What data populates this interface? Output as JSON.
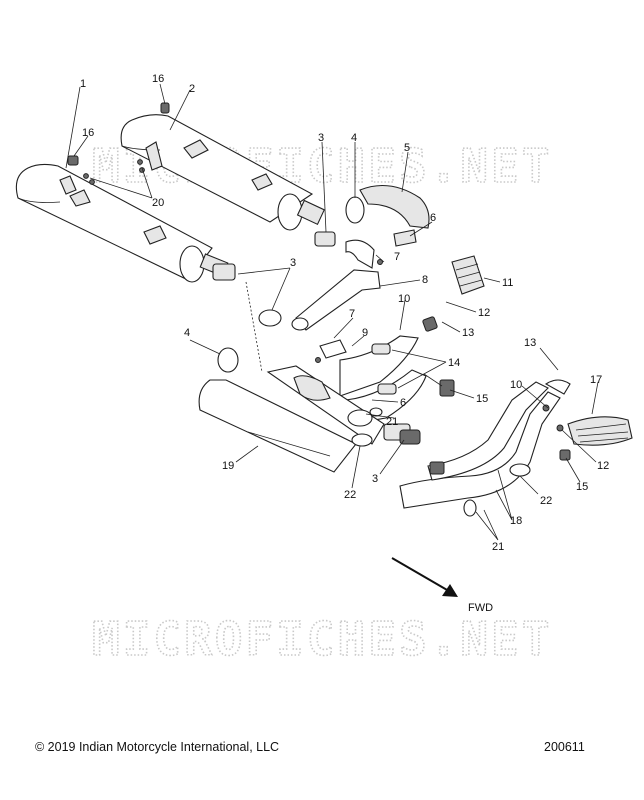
{
  "watermark": {
    "text_top": "MICROFICHES.NET",
    "text_bottom": "MICROFICHES.NET"
  },
  "direction_label": "FWD",
  "footer": {
    "copyright": "© 2019 Indian Motorcycle International, LLC",
    "diagram_number": "200611"
  },
  "callouts": [
    {
      "id": "c1",
      "label": "1"
    },
    {
      "id": "c2",
      "label": "2"
    },
    {
      "id": "c16a",
      "label": "16"
    },
    {
      "id": "c16b",
      "label": "16"
    },
    {
      "id": "c20",
      "label": "20"
    },
    {
      "id": "c3a",
      "label": "3"
    },
    {
      "id": "c4a",
      "label": "4"
    },
    {
      "id": "c5",
      "label": "5"
    },
    {
      "id": "c6a",
      "label": "6"
    },
    {
      "id": "c7a",
      "label": "7"
    },
    {
      "id": "c8",
      "label": "8"
    },
    {
      "id": "c3b",
      "label": "3"
    },
    {
      "id": "c11",
      "label": "11"
    },
    {
      "id": "c12a",
      "label": "12"
    },
    {
      "id": "c10a",
      "label": "10"
    },
    {
      "id": "c7b",
      "label": "7"
    },
    {
      "id": "c9",
      "label": "9"
    },
    {
      "id": "c13a",
      "label": "13"
    },
    {
      "id": "c4b",
      "label": "4"
    },
    {
      "id": "c14",
      "label": "14"
    },
    {
      "id": "c13b",
      "label": "13"
    },
    {
      "id": "c15a",
      "label": "15"
    },
    {
      "id": "c10b",
      "label": "10"
    },
    {
      "id": "c17",
      "label": "17"
    },
    {
      "id": "c6b",
      "label": "6"
    },
    {
      "id": "c21a",
      "label": "21"
    },
    {
      "id": "c12b",
      "label": "12"
    },
    {
      "id": "c19",
      "label": "19"
    },
    {
      "id": "c3c",
      "label": "3"
    },
    {
      "id": "c15b",
      "label": "15"
    },
    {
      "id": "c22a",
      "label": "22"
    },
    {
      "id": "c22b",
      "label": "22"
    },
    {
      "id": "c18",
      "label": "18"
    },
    {
      "id": "c21b",
      "label": "21"
    }
  ]
}
